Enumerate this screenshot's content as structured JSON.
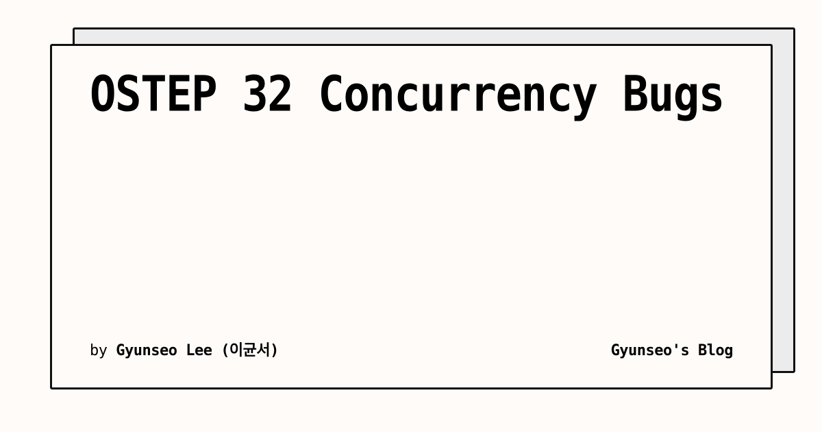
{
  "post": {
    "title": "OSTEP 32 Concurrency Bugs",
    "byline_prefix": "by",
    "author": "Gyunseo Lee (이균서)",
    "blog_name": "Gyunseo's Blog"
  },
  "colors": {
    "background": "#fffbf8",
    "back_card": "#ececec",
    "border": "#111111",
    "text": "#000000"
  }
}
